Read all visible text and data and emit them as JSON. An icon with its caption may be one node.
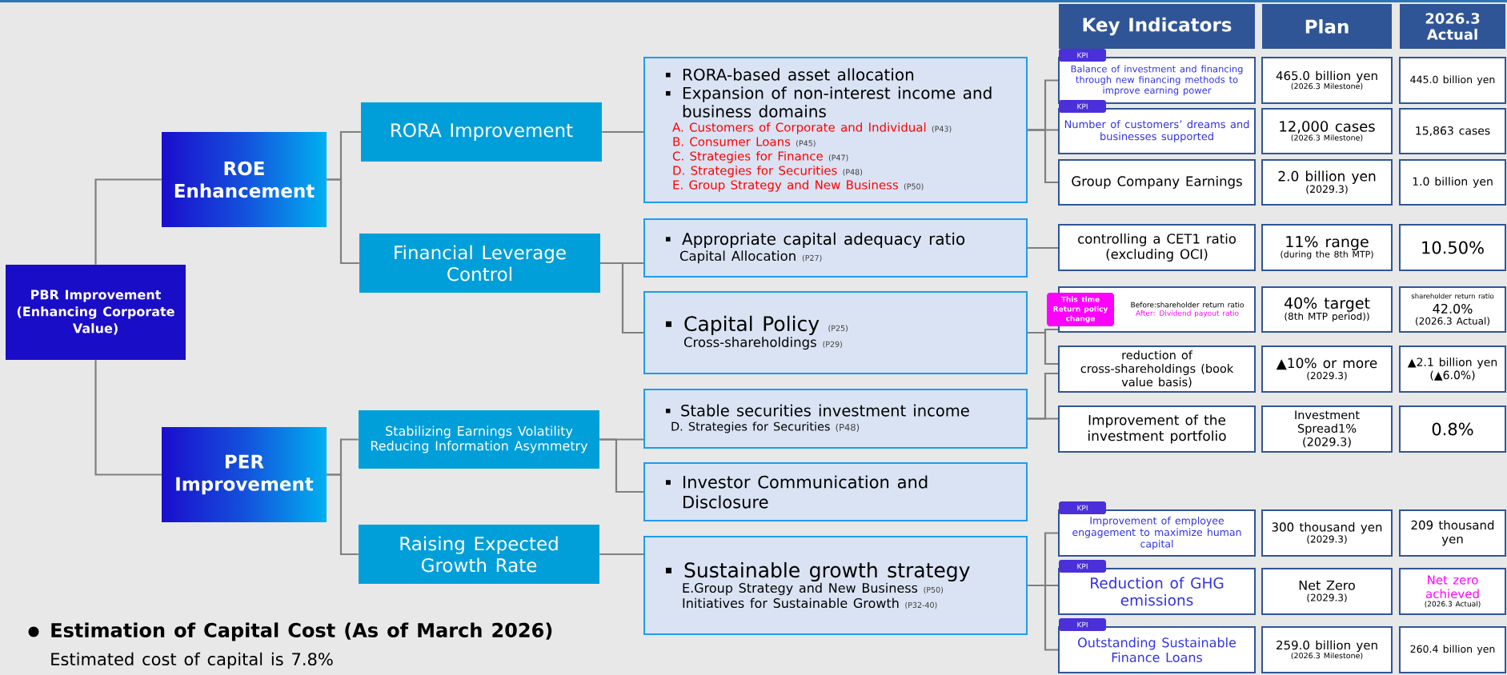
{
  "diagram": {
    "nodes": [
      {
        "text": [
          "PBR Improvement (Enhancing Corporate Value)"
        ]
      },
      {
        "text": [
          "ROE Enhancement"
        ]
      },
      {
        "text": [
          "PER Improvement"
        ]
      },
      {
        "text": [
          "RORA Improvement"
        ]
      },
      {
        "text": [
          "Financial Leverage Control"
        ]
      },
      {
        "text": [
          "Stabilizing Earnings Volatility Reducing Information Asymmetry"
        ]
      },
      {
        "text": [
          "Raising Expected Growth Rate"
        ]
      },
      {
        "text": [
          "RORA-based asset allocation",
          "Expansion of non-interest income and business domains",
          "A. Customers of Corporate and Individual",
          "(P43)",
          "B. Consumer Loans",
          "(P45)",
          "C. Strategies for Finance",
          "(P47)",
          "D. Strategies for Securities",
          "(P48)",
          "E. Group Strategy and New Business",
          "(P50)"
        ]
      },
      {
        "text": [
          "Appropriate capital adequacy ratio",
          "Capital Allocation",
          "(P27)"
        ]
      },
      {
        "text": [
          "Capital Policy",
          "(P25)",
          "Cross-shareholdings",
          "(P29)"
        ]
      },
      {
        "text": [
          "Stable securities investment income",
          "D. Strategies for Securities",
          "(P48)"
        ]
      },
      {
        "text": [
          "Investor Communication and Disclosure"
        ]
      },
      {
        "text": [
          "Sustainable growth strategy",
          "E.Group Strategy and New Business",
          "(P50)",
          "Initiatives for Sustainable Growth",
          "(P32-40)"
        ]
      },
      {
        "text": [
          "Key Indicators"
        ]
      },
      {
        "text": [
          "Plan"
        ]
      },
      {
        "text": [
          "2026.3 Actual"
        ]
      },
      {
        "text": [
          "KPI",
          "Balance of investment and financing through new financing methods to improve earning power"
        ]
      },
      {
        "text": [
          "465.0 billion yen",
          "(2026.3 Milestone)"
        ]
      },
      {
        "text": [
          "445.0 billion yen"
        ]
      },
      {
        "text": [
          "KPI",
          "Number of customers’ dreams and businesses supported"
        ]
      },
      {
        "text": [
          "12,000 cases",
          "(2026.3 Milestone)"
        ]
      },
      {
        "text": [
          "15,863 cases"
        ]
      },
      {
        "text": [
          "Group Company Earnings"
        ]
      },
      {
        "text": [
          "2.0 billion yen",
          "(2029.3)"
        ]
      },
      {
        "text": [
          "1.0 billion yen"
        ]
      },
      {
        "text": [
          "controlling a CET1 ratio (excluding OCI)"
        ]
      },
      {
        "text": [
          "11% range",
          "(during the 8th MTP)"
        ]
      },
      {
        "text": [
          "10.50%"
        ]
      },
      {
        "text": [
          "This time Return policy change",
          "Before:shareholder return ratio",
          "After: Dividend payout ratio"
        ]
      },
      {
        "text": [
          "40% target",
          "(8th MTP period))"
        ]
      },
      {
        "text": [
          "shareholder return ratio",
          "42.0%",
          "(2026.3 Actual)"
        ]
      },
      {
        "text": [
          "reduction of cross-shareholdings (book value basis)"
        ]
      },
      {
        "text": [
          "▲10% or more",
          "(2029.3)"
        ]
      },
      {
        "text": [
          "▲2.1 billion yen",
          "(▲6.0%)"
        ]
      },
      {
        "text": [
          "Improvement of the investment portfolio"
        ]
      },
      {
        "text": [
          "Investment Spread1%",
          "(2029.3)"
        ]
      },
      {
        "text": [
          "0.8%"
        ]
      },
      {
        "text": [
          "KPI",
          "Improvement of employee engagement to maximize human capital"
        ]
      },
      {
        "text": [
          "300 thousand yen",
          "(2029.3)"
        ]
      },
      {
        "text": [
          "209 thousand yen"
        ]
      },
      {
        "text": [
          "KPI",
          "Reduction of GHG emissions"
        ]
      },
      {
        "text": [
          "Net Zero",
          "(2029.3)"
        ]
      },
      {
        "text": [
          "Net zero achieved",
          "(2026.3 Actual)"
        ]
      },
      {
        "text": [
          "KPI",
          "Outstanding Sustainable Finance Loans"
        ]
      },
      {
        "text": [
          "259.0 billion yen",
          "(2026.3 Milestone)"
        ]
      },
      {
        "text": [
          "260.4 billion yen"
        ]
      }
    ],
    "edges": [
      {
        "from": 0,
        "to": 1,
        "arrow": "none"
      },
      {
        "from": 0,
        "to": 2,
        "arrow": "none"
      },
      {
        "from": 1,
        "to": 3,
        "arrow": "none"
      },
      {
        "from": 1,
        "to": 4,
        "arrow": "none"
      },
      {
        "from": 2,
        "to": 5,
        "arrow": "none"
      },
      {
        "from": 2,
        "to": 6,
        "arrow": "none"
      },
      {
        "from": 3,
        "to": 7,
        "arrow": "none"
      },
      {
        "from": 4,
        "to": 8,
        "arrow": "none"
      },
      {
        "from": 4,
        "to": 9,
        "arrow": "none"
      },
      {
        "from": 5,
        "to": 10,
        "arrow": "none"
      },
      {
        "from": 5,
        "to": 11,
        "arrow": "none"
      },
      {
        "from": 6,
        "to": 12,
        "arrow": "none"
      },
      {
        "from": 7,
        "to": 16,
        "arrow": "none"
      },
      {
        "from": 7,
        "to": 19,
        "arrow": "none"
      },
      {
        "from": 7,
        "to": 22,
        "arrow": "none"
      },
      {
        "from": 8,
        "to": 25,
        "arrow": "none"
      },
      {
        "from": 9,
        "to": 28,
        "arrow": "none"
      },
      {
        "from": 9,
        "to": 31,
        "arrow": "none"
      },
      {
        "from": 10,
        "to": 31,
        "arrow": "none"
      },
      {
        "from": 10,
        "to": 34,
        "arrow": "none"
      },
      {
        "from": 12,
        "to": 37,
        "arrow": "none"
      },
      {
        "from": 12,
        "to": 40,
        "arrow": "none"
      },
      {
        "from": 12,
        "to": 43,
        "arrow": "none"
      }
    ],
    "labels": [
      "Estimation of Capital Cost (As of March 2026)",
      "Estimated cost of capital is 7.8%"
    ]
  }
}
